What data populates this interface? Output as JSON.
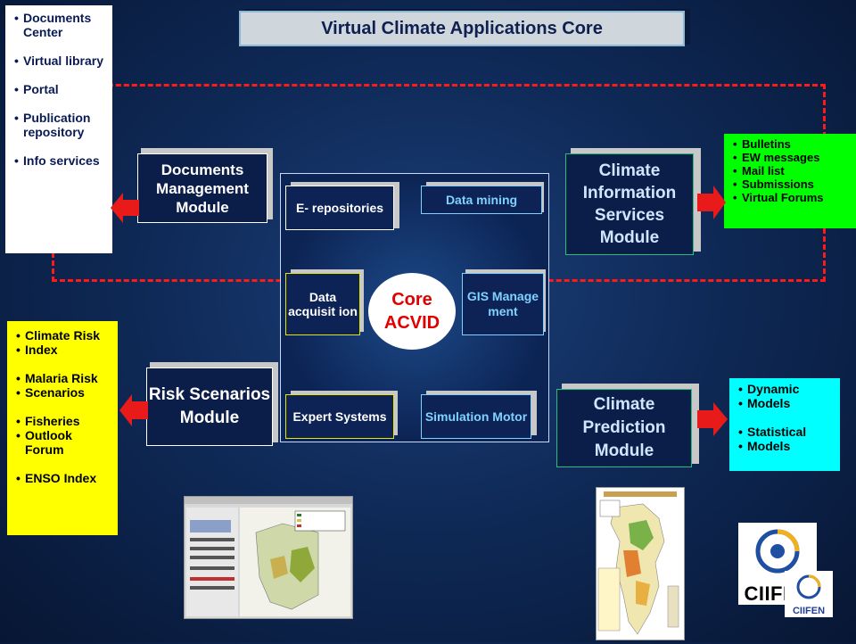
{
  "title": "Virtual Climate Applications Core",
  "left_top_list": [
    "Documents",
    "Center",
    "Virtual library",
    "Portal",
    "Publication repository",
    "Info services"
  ],
  "left_bottom_list": [
    "Climate Risk",
    "Index",
    "Malaria Risk",
    "Scenarios",
    "Fisheries",
    "Outlook Forum",
    "ENSO Index"
  ],
  "right_top_list": [
    "Bulletins",
    "EW messages",
    "Mail list",
    "Submissions",
    "Virtual Forums"
  ],
  "right_bottom_list": [
    "Dynamic",
    "Models",
    "Statistical",
    "Models"
  ],
  "modules": {
    "documents": "Documents Management Module",
    "risk": "Risk Scenarios Module",
    "climate_info": "Climate Information Services Module",
    "climate_pred": "Climate Prediction Module"
  },
  "core": {
    "e_repositories": "E- repositories",
    "data_mining": "Data mining",
    "data_acquisition": "Data acquisit ion",
    "gis": "GIS Manage ment",
    "expert": "Expert Systems",
    "simulation": "Simulation Motor",
    "center_label": "Core ACVID"
  },
  "logo_text": "CIIFEN",
  "colors": {
    "left_top_panel": "#ffffff",
    "left_bottom_panel": "#ffff00",
    "right_top_panel": "#00ff00",
    "right_bottom_panel": "#00ffff",
    "arrow": "#e81a1a",
    "dashed_outline": "#ff1a1a"
  }
}
